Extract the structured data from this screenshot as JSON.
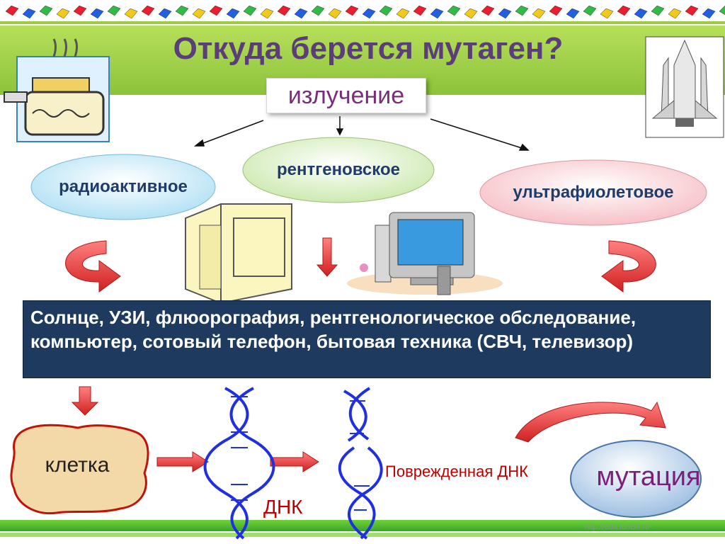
{
  "title": "Откуда берется мутаген?",
  "radiation": {
    "label": "излучение",
    "types": [
      {
        "label": "радиоактивное",
        "color": "#bfe7f7"
      },
      {
        "label": "рентгеновское",
        "color": "#d6f0bf"
      },
      {
        "label": "ультрафиолетовое",
        "color": "#f8c7cc"
      }
    ]
  },
  "sources_text": "Солнце, УЗИ, флюорография, рентгенологическое обследование, компьютер, сотовый телефон, бытовая техника (СВЧ, телевизор)",
  "chain": {
    "cell": "клетка",
    "dna": "ДНК",
    "damaged_dna": "Поврежденная ДНК",
    "mutation": "мутация"
  },
  "watermark": "http://edu.tomsk.ru",
  "colors": {
    "header_green": "#9ccc43",
    "title": "#5b3d7a",
    "sources_bg": "#1f3a5f",
    "arrow_red": "#e04040",
    "dna_blue": "#2030e0",
    "cell_fill": "#f3d9a8",
    "cell_stroke": "#c0140a"
  },
  "icons": [
    "toaster-icon",
    "space-shuttle-icon",
    "crt-monitor-icon",
    "computer-icon"
  ]
}
